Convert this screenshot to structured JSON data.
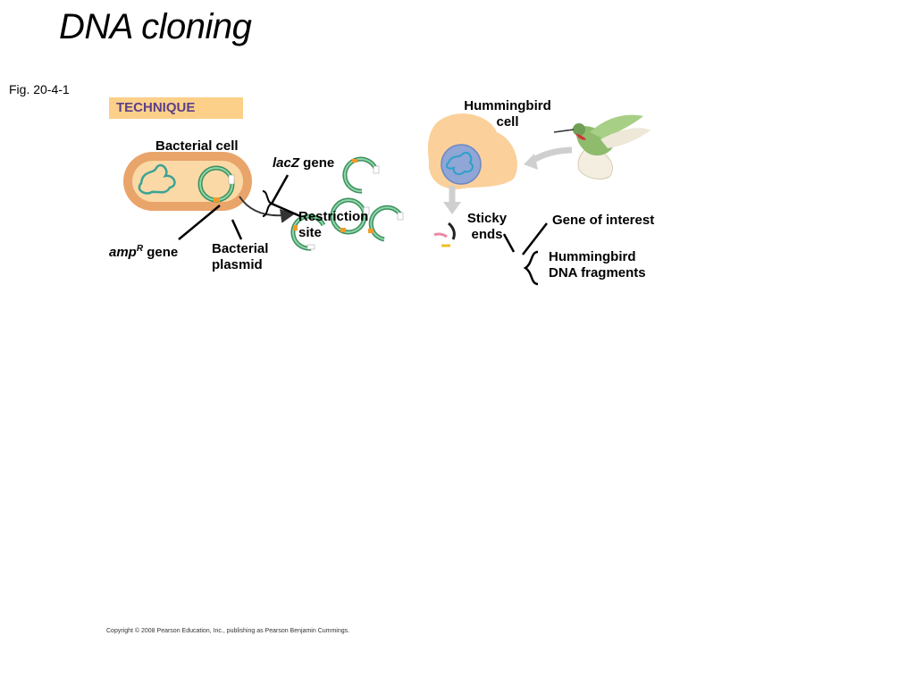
{
  "title": "DNA cloning",
  "figure_label": "Fig. 20-4-1",
  "technique_label": "TECHNIQUE",
  "labels": {
    "bacterial_cell": "Bacterial cell",
    "lacz_italic": "lacZ",
    "lacz_rest": " gene",
    "restriction_site_line1": "Restriction",
    "restriction_site_line2": "site",
    "ampr_italic": "amp",
    "ampr_sup": "R",
    "ampr_rest": " gene",
    "bacterial_plasmid_line1": "Bacterial",
    "bacterial_plasmid_line2": "plasmid",
    "hummingbird_cell_line1": "Hummingbird",
    "hummingbird_cell_line2": "cell",
    "sticky_ends_line1": "Sticky",
    "sticky_ends_line2": "ends",
    "gene_of_interest": "Gene of interest",
    "dna_fragments_line1": "Hummingbird",
    "dna_fragments_line2": "DNA fragments"
  },
  "copyright": "Copyright © 2008 Pearson Education, Inc., publishing as Pearson Benjamin Cummings.",
  "colors": {
    "technique_bg": "#fcd089",
    "technique_text": "#5b3f8a",
    "bacterium_outer": "#e9a46a",
    "bacterium_inner": "#fbd9a6",
    "plasmid": "#6cc28c",
    "restriction_site": "#f39a2a",
    "hummingbird_cell": "#fbd09a",
    "nucleus": "#8fa6d6"
  }
}
